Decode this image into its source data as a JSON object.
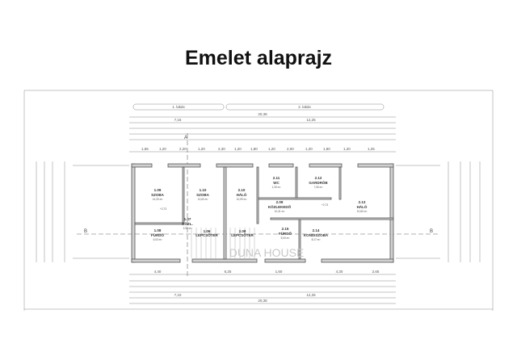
{
  "title": "Emelet alaprajz",
  "watermark": "DUNA HOUSE",
  "units": [
    "1. lakás",
    "2. lakás"
  ],
  "top_dims": {
    "total": "20,38",
    "left": "7,16",
    "right": "12,25",
    "row": [
      "1,65",
      "1,20",
      "2,20",
      "1,20",
      "2,30",
      "1,20",
      "1,80",
      "1,20",
      "2,00",
      "1,20",
      "1,80",
      "1,20",
      "1,25"
    ]
  },
  "bottom_dims": {
    "total": "20,38",
    "left": "7,10",
    "right": "12,25",
    "row": [
      "4,40",
      "6,25",
      "1,60",
      "4,30",
      "2,65"
    ]
  },
  "section_marks": {
    "a": "A",
    "b": "B"
  },
  "rooms": [
    {
      "id": "1.09",
      "name": "SZOBA",
      "area": "14,33 m²"
    },
    {
      "id": "1.10",
      "name": "SZOBA",
      "area": "13,60 m²"
    },
    {
      "id": "2.10",
      "name": "HÁLÓ",
      "area": "10,99 m²"
    },
    {
      "id": "2.11",
      "name": "WC",
      "area": "1,30 m²"
    },
    {
      "id": "2.12",
      "name": "GARDRÓB",
      "area": "7,06 m²"
    },
    {
      "id": "2.13",
      "name": "HÁLÓ",
      "area": "10,80 m²"
    },
    {
      "id": "2.09",
      "name": "KÖZLEKEDŐ",
      "area": "10,41 m²"
    },
    {
      "id": "1.08",
      "name": "FÜRDŐ",
      "area": "6,03 m²"
    },
    {
      "id": "1.07",
      "name": "KÖZL.",
      "area": "2,90 m²"
    },
    {
      "id": "1.06",
      "name": "LÉPCSŐTÉR",
      "area": ""
    },
    {
      "id": "2.08",
      "name": "LÉPCSŐTÉR",
      "area": ""
    },
    {
      "id": "2.15",
      "name": "FÜRDŐ",
      "area": "5,00 m²"
    },
    {
      "id": "2.14",
      "name": "KONDISZOBA",
      "area": "8,17 m²"
    }
  ],
  "level": "+2,73"
}
